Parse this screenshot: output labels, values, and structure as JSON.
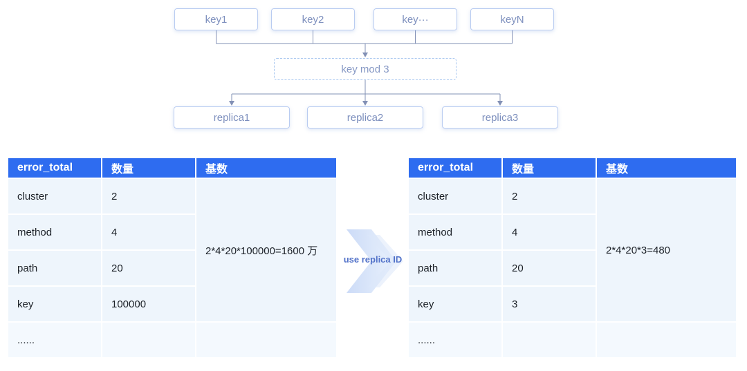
{
  "diagram": {
    "keys": [
      {
        "label": "key1"
      },
      {
        "label": "key2"
      },
      {
        "label": "key···"
      },
      {
        "label": "keyN"
      }
    ],
    "mod": {
      "label": "key mod 3"
    },
    "replicas": [
      {
        "label": "replica1"
      },
      {
        "label": "replica2"
      },
      {
        "label": "replica3"
      }
    ]
  },
  "transform_label": "use replica ID",
  "tables": {
    "left": {
      "headers": [
        "error_total",
        "数量",
        "基数"
      ],
      "rows": [
        [
          "cluster",
          "2"
        ],
        [
          "method",
          "4"
        ],
        [
          "path",
          "20"
        ],
        [
          "key",
          "100000"
        ],
        [
          "......",
          ""
        ]
      ],
      "merged": "2*4*20*100000=1600 万"
    },
    "right": {
      "headers": [
        "error_total",
        "数量",
        "基数"
      ],
      "rows": [
        [
          "cluster",
          "2"
        ],
        [
          "method",
          "4"
        ],
        [
          "path",
          "20"
        ],
        [
          "key",
          "3"
        ],
        [
          "......",
          ""
        ]
      ],
      "merged": "2*4*20*3=480"
    }
  },
  "colors": {
    "header_blue": "#2e6cf0",
    "row_bg": "#eef5fc",
    "row_bg_light": "#f4f9fe",
    "node_border": "#b9ccf1",
    "node_text": "#7e90be",
    "connector_line": "#8290b5",
    "transform_text": "#5272c9",
    "chevron_fill": "#d3e0f8"
  }
}
